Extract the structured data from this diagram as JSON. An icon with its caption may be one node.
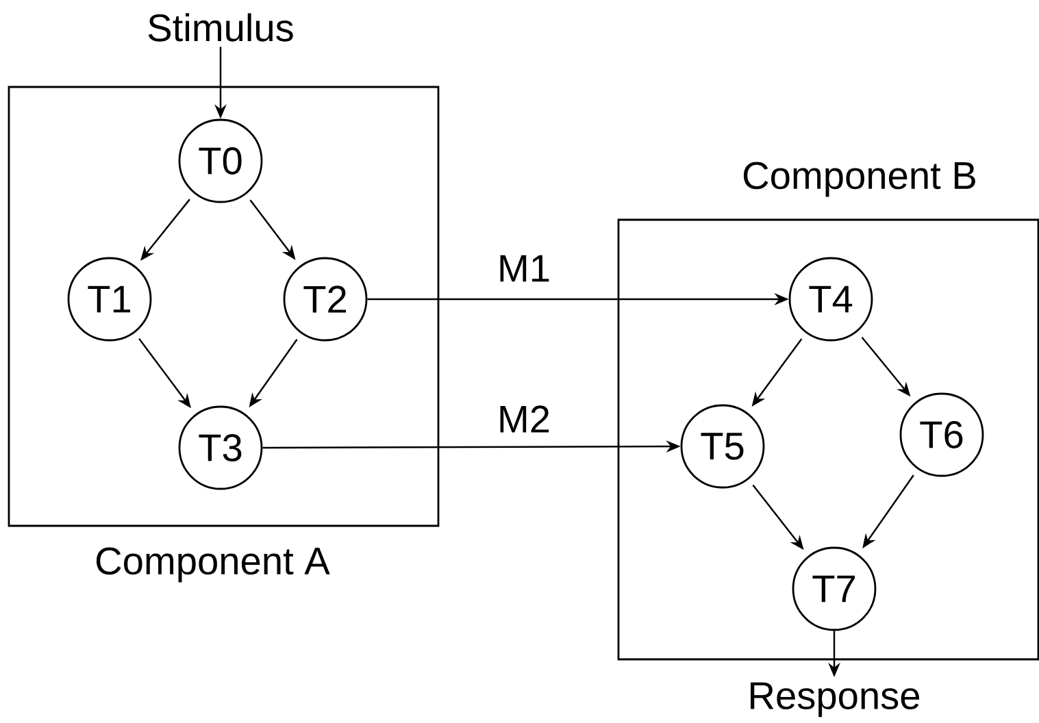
{
  "diagram": {
    "nodes": [
      {
        "text": [
          "Component A"
        ]
      },
      {
        "text": [
          "Component B"
        ]
      },
      {
        "text": [
          "Stimulus"
        ]
      },
      {
        "text": [
          "T0"
        ],
        "in": 0
      },
      {
        "text": [
          "T1"
        ],
        "in": 0
      },
      {
        "text": [
          "T2"
        ],
        "in": 0
      },
      {
        "text": [
          "T3"
        ],
        "in": 0
      },
      {
        "text": [
          "T4"
        ],
        "in": 1
      },
      {
        "text": [
          "T5"
        ],
        "in": 1
      },
      {
        "text": [
          "T6"
        ],
        "in": 1
      },
      {
        "text": [
          "T7"
        ],
        "in": 1
      },
      {
        "text": [
          "Response"
        ]
      }
    ],
    "edges": [
      {
        "from": 2,
        "to": 3,
        "arrow": "to"
      },
      {
        "from": 3,
        "to": 4,
        "arrow": "to"
      },
      {
        "from": 3,
        "to": 5,
        "arrow": "to"
      },
      {
        "from": 4,
        "to": 6,
        "arrow": "to"
      },
      {
        "from": 5,
        "to": 6,
        "arrow": "to"
      },
      {
        "from": 5,
        "to": 7,
        "arrow": "to",
        "label": "M1"
      },
      {
        "from": 6,
        "to": 8,
        "arrow": "to",
        "label": "M2"
      },
      {
        "from": 7,
        "to": 8,
        "arrow": "to"
      },
      {
        "from": 7,
        "to": 9,
        "arrow": "to"
      },
      {
        "from": 8,
        "to": 10,
        "arrow": "to"
      },
      {
        "from": 9,
        "to": 10,
        "arrow": "to"
      },
      {
        "from": 10,
        "to": 11,
        "arrow": "to"
      }
    ]
  }
}
